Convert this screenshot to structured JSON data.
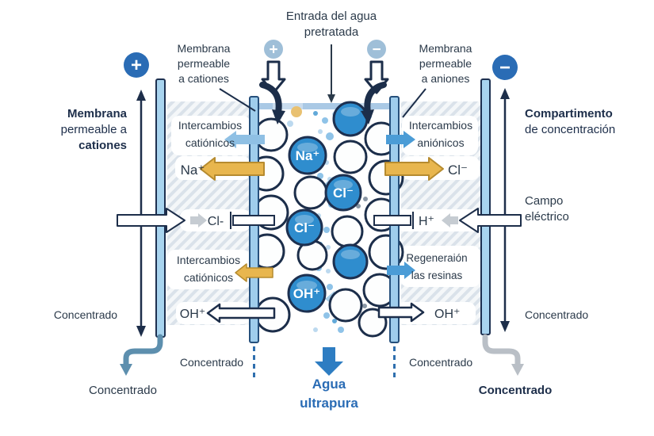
{
  "diagram": {
    "inlet": {
      "line1": "Entrada del agua",
      "line2": "pretratada"
    },
    "top_labels": {
      "cation_membrane": {
        "line1": "Membrana",
        "line2": "permeable",
        "line3": "a cationes"
      },
      "anion_membrane": {
        "line1": "Membrana",
        "line2": "permeable",
        "line3": "a aniones"
      }
    },
    "left_labels": {
      "membrane": {
        "line1": "Membrana",
        "line2": "permeable a",
        "line3": "cationes"
      },
      "concentrado_mid": "Concentrado",
      "concentrado_bottom": "Concentrado"
    },
    "right_labels": {
      "compartment": {
        "line1": "Compartimento",
        "line2": "de concentración"
      },
      "electric_field": {
        "line1": "Campo",
        "line2": "eléctrico"
      },
      "concentrado_mid": "Concentrado",
      "concentrado_bottom": "Concentrado"
    },
    "exchange_labels": {
      "cation_upper": {
        "line1": "Intercambios",
        "line2": "catiónicos"
      },
      "anion_upper": {
        "line1": "Intercambios",
        "line2": "aniónicos"
      },
      "cation_lower": {
        "line1": "Intercambios",
        "line2": "catiónicos"
      },
      "regeneration": {
        "line1": "Regeneraión",
        "line2": "las resinas"
      }
    },
    "ion_labels": {
      "na_left": "Na⁺",
      "cl_right": "Cl⁻",
      "cl_left": "Cl-",
      "h_right": "H⁺",
      "oh_left": "OH⁺",
      "oh_right": "OH⁺"
    },
    "beads": {
      "na": "Na⁺",
      "cl_upper": "Cl⁻",
      "cl_lower": "Cl⁻",
      "oh": "OH⁺"
    },
    "bottom_labels": {
      "concentrado_below_left_membrane": "Concentrado",
      "concentrado_below_right_membrane": "Concentrado",
      "ultrapure": {
        "line1": "Agua",
        "line2": "ultrapura"
      }
    },
    "polarity": {
      "anode": "+",
      "cathode": "−"
    },
    "colors": {
      "navy": "#1d2e4a",
      "text_dark": "#2b3a4a",
      "membrane_fill": "#9fcdec",
      "electrode_fill": "#a8d4ef",
      "ion_circle_blue": "#2f8dce",
      "arrow_yellow": "#e8b64e",
      "arrow_blue": "#4b9cd6",
      "arrow_light_blue": "#8fc0e4",
      "ultrapure_blue": "#2a6cb5",
      "pipe_left_teal": "#5d8fae",
      "pipe_right_grey": "#b9bfc6",
      "polarity_dark_blue": "#2a6cb5",
      "polarity_light_blue": "#9fbfd8",
      "hatch_stripe": "#d3dde6"
    }
  }
}
